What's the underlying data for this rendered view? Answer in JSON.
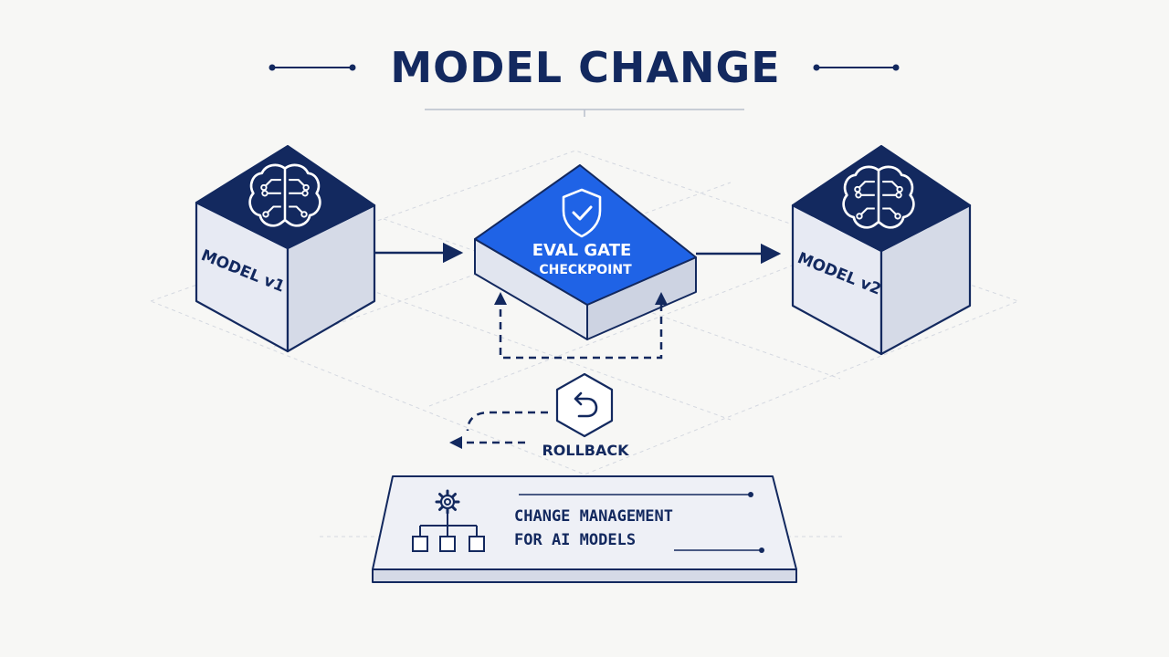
{
  "title": "MODEL CHANGE",
  "nodes": {
    "model_v1": {
      "label": "MODEL v1",
      "icon": "brain-circuit-icon"
    },
    "eval_gate": {
      "line1": "EVAL GATE",
      "line2": "CHECKPOINT",
      "icon": "shield-check-icon"
    },
    "model_v2": {
      "label": "MODEL v2",
      "icon": "brain-circuit-icon"
    },
    "rollback": {
      "label": "ROLLBACK",
      "icon": "undo-arrow-icon"
    }
  },
  "panel": {
    "line1": "CHANGE MANAGEMENT",
    "line2": "FOR AI MODELS",
    "icon": "gear-hierarchy-icon"
  },
  "colors": {
    "navy": "#13295f",
    "gate_blue": "#1f63e6",
    "cube_face": "#e7eaf3",
    "cube_side": "#d5dae7",
    "background": "#f7f7f5"
  }
}
